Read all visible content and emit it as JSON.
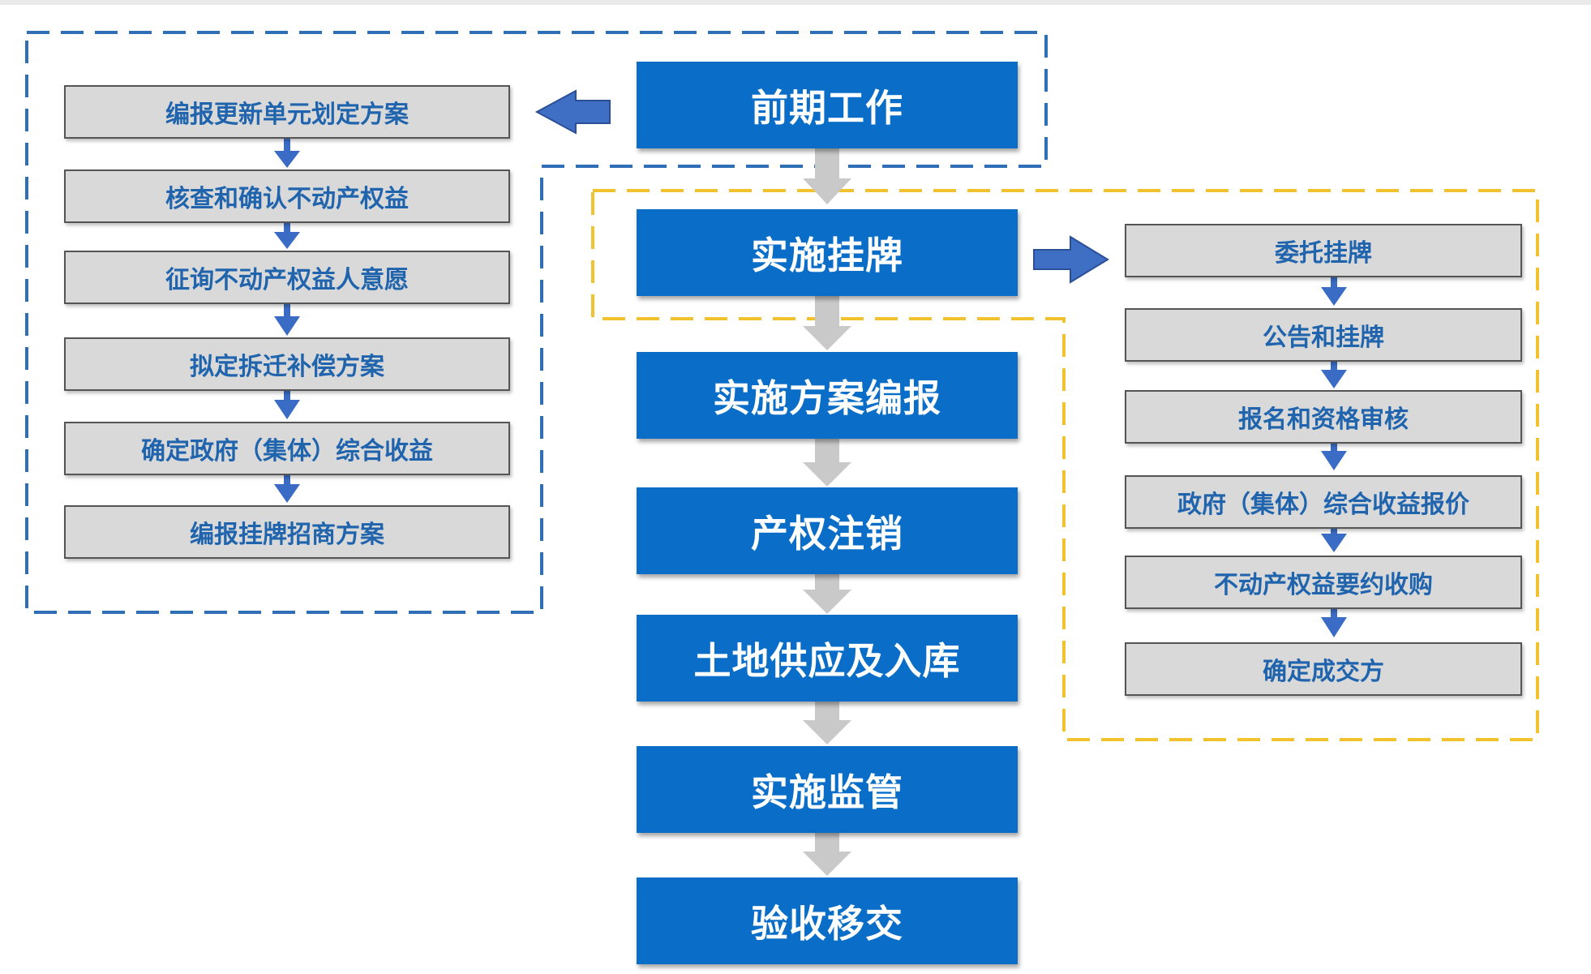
{
  "main_steps": [
    {
      "label": "前期工作"
    },
    {
      "label": "实施挂牌"
    },
    {
      "label": "实施方案编报"
    },
    {
      "label": "产权注销"
    },
    {
      "label": "土地供应及入库"
    },
    {
      "label": "实施监管"
    },
    {
      "label": "验收移交"
    }
  ],
  "left_group": [
    {
      "label": "编报更新单元划定方案"
    },
    {
      "label": "核查和确认不动产权益"
    },
    {
      "label": "征询不动产权益人意愿"
    },
    {
      "label": "拟定拆迁补偿方案"
    },
    {
      "label": "确定政府（集体）综合收益"
    },
    {
      "label": "编报挂牌招商方案"
    }
  ],
  "right_group": [
    {
      "label": "委托挂牌"
    },
    {
      "label": "公告和挂牌"
    },
    {
      "label": "报名和资格审核"
    },
    {
      "label": "政府（集体）综合收益报价"
    },
    {
      "label": "不动产权益要约收购"
    },
    {
      "label": "确定成交方"
    }
  ],
  "colors": {
    "main_fill": "#0a6ec8",
    "sub_fill": "#d9d9d9",
    "sub_text": "#1f64ad",
    "left_border": "#2f6fb5",
    "right_border": "#f2c12e",
    "connector_arrow": "#c9c9c9",
    "sub_arrow": "#3a6cc5"
  }
}
